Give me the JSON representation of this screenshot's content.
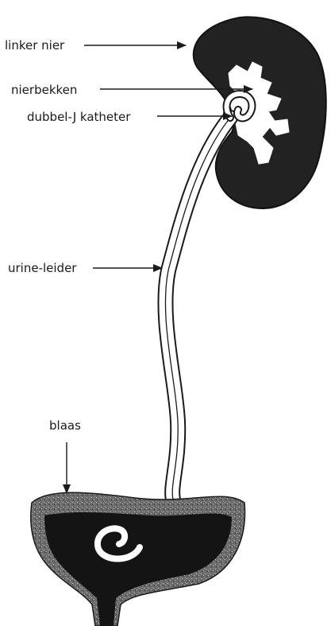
{
  "labels": {
    "kidney": "linker nier",
    "pelvis": "nierbekken",
    "catheter": "dubbel-J katheter",
    "ureter": "urine-leider",
    "bladder": "blaas"
  },
  "colors": {
    "ink": "#1a1a1a",
    "organ_fill": "#222222",
    "bladder_rim": "#5e5e5e",
    "paper": "#ffffff"
  }
}
